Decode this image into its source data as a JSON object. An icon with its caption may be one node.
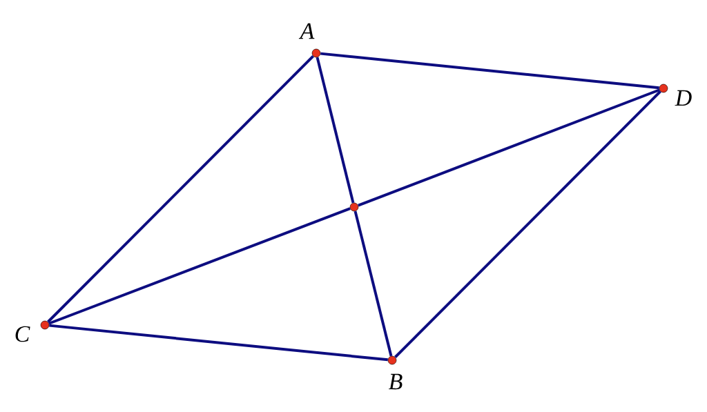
{
  "diagram": {
    "nodes": [
      {
        "text": [],
        "shape": "circle",
        "beside": [
          "A"
        ]
      },
      {
        "text": [],
        "shape": "circle",
        "beside": [
          "D"
        ]
      },
      {
        "text": [],
        "shape": "circle"
      },
      {
        "text": [],
        "shape": "circle",
        "beside": [
          "C"
        ]
      },
      {
        "text": [],
        "shape": "circle",
        "beside": [
          "B"
        ]
      }
    ],
    "edges": [
      {
        "from": 0,
        "to": 1,
        "arrow": "none"
      },
      {
        "from": 0,
        "to": 3,
        "arrow": "none"
      },
      {
        "from": 0,
        "to": 2,
        "arrow": "none"
      },
      {
        "from": 2,
        "to": 4,
        "arrow": "none"
      },
      {
        "from": 3,
        "to": 2,
        "arrow": "none"
      },
      {
        "from": 2,
        "to": 1,
        "arrow": "none"
      },
      {
        "from": 3,
        "to": 4,
        "arrow": "none"
      },
      {
        "from": 1,
        "to": 4,
        "arrow": "none"
      }
    ]
  }
}
